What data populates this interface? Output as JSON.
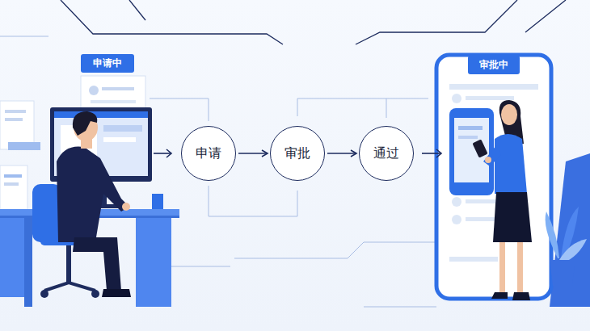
{
  "diagram": {
    "nodes": [
      {
        "text": [
          "申请中"
        ]
      },
      {
        "text": [
          "审批中"
        ]
      },
      {
        "text": [
          "申请"
        ]
      },
      {
        "text": [
          "审批"
        ]
      },
      {
        "text": [
          "通过"
        ]
      }
    ],
    "edges": [
      {
        "from": 2,
        "to": 3,
        "arrow": "to"
      },
      {
        "from": 3,
        "to": 4,
        "arrow": "to"
      }
    ]
  }
}
